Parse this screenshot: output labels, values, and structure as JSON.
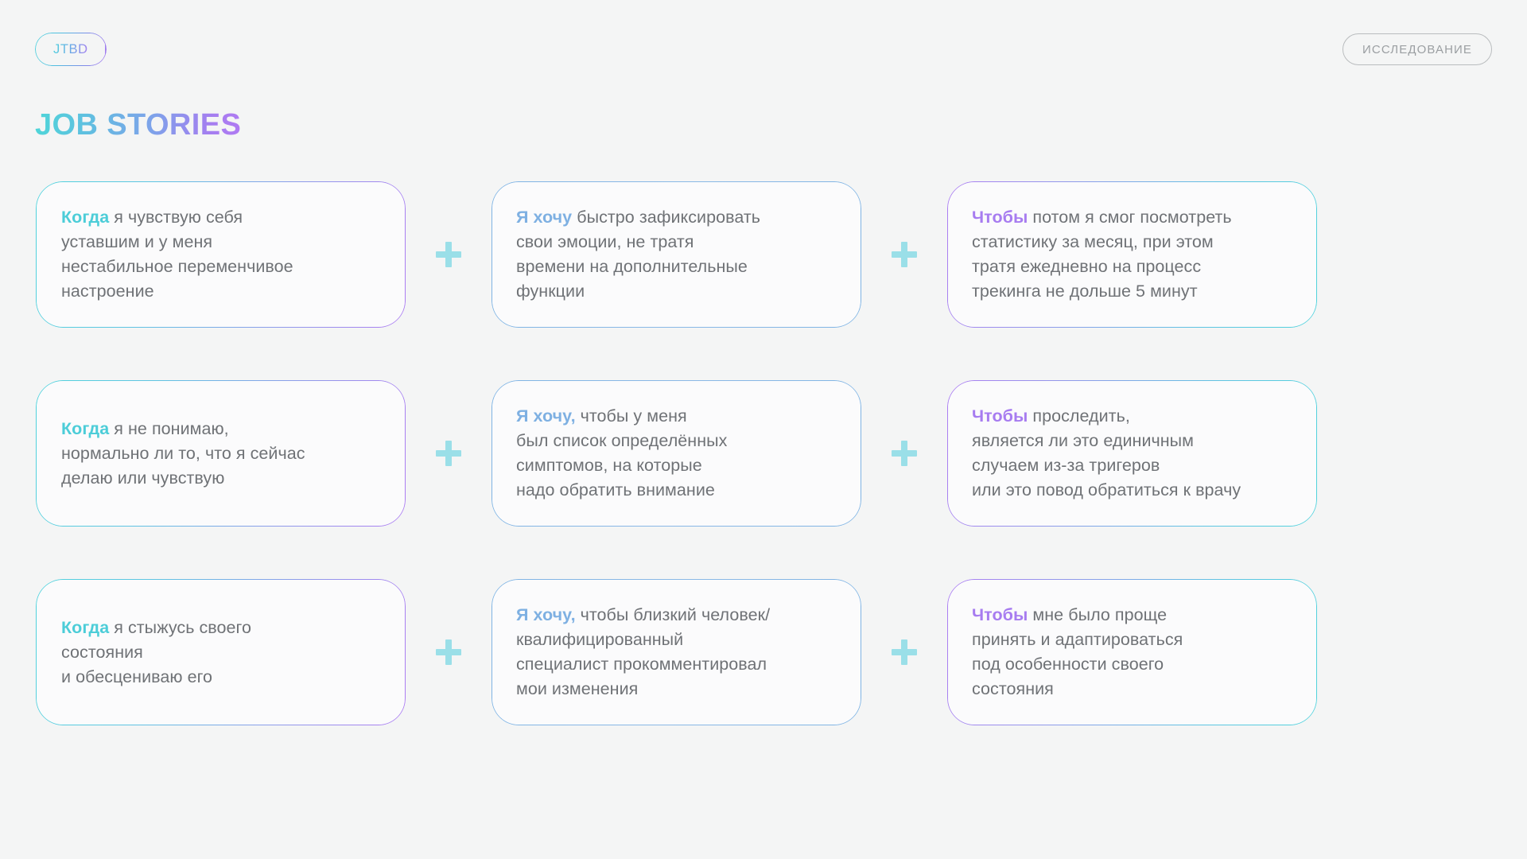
{
  "header": {
    "badge_left": "JTBD",
    "badge_right": "ИССЛЕДОВАНИЕ"
  },
  "title": "JOB STORIES",
  "separator": {
    "symbol": "+",
    "color": "#9adfe8"
  },
  "colors": {
    "background": "#f4f5f5",
    "card_background": "#fbfbfc",
    "body_text": "#6f7276",
    "lead_teal": "#4ccdd8",
    "lead_blue": "#7eb0e2",
    "lead_purple": "#a77cf0",
    "gradient_start": "#4fd3dc",
    "gradient_end": "#ad7cf2",
    "muted_border": "#b9bcbe",
    "muted_text": "#9b9fa2"
  },
  "rows": [
    {
      "when": {
        "lead": "Когда",
        "lead_color": "teal",
        "body": " я чувствую себя\nуставшим и у меня\nнестабильное переменчивое\nнастроение"
      },
      "want": {
        "lead": "Я хочу",
        "lead_color": "blue",
        "body": " быстро зафиксировать\nсвои эмоции, не тратя\nвремени на дополнительные\nфункции"
      },
      "so_that": {
        "lead": "Чтобы",
        "lead_color": "purple",
        "body": " потом я смог посмотреть\nстатистику за месяц, при этом\nтратя ежедневно на процесс\nтрекинга не дольше 5 минут"
      }
    },
    {
      "when": {
        "lead": "Когда",
        "lead_color": "teal",
        "body": " я не понимаю,\nнормально ли то, что я сейчас\nделаю или чувствую"
      },
      "want": {
        "lead": "Я хочу,",
        "lead_color": "blue",
        "body": " чтобы у меня\nбыл список определённых\nсимптомов, на которые\nнадо обратить внимание"
      },
      "so_that": {
        "lead": "Чтобы",
        "lead_color": "purple",
        "body": " проследить,\nявляется ли это единичным\nслучаем из-за тригеров\nили это повод обратиться к врачу"
      }
    },
    {
      "when": {
        "lead": "Когда",
        "lead_color": "teal",
        "body": " я стыжусь своего\nсостояния\nи обесцениваю его"
      },
      "want": {
        "lead": "Я хочу,",
        "lead_color": "blue",
        "body": " чтобы близкий человек/\nквалифицированный\nспециалист прокомментировал\nмои изменения"
      },
      "so_that": {
        "lead": "Чтобы",
        "lead_color": "purple",
        "body": " мне было проще\nпринять и адаптироваться\nпод особенности своего\nсостояния"
      }
    }
  ]
}
